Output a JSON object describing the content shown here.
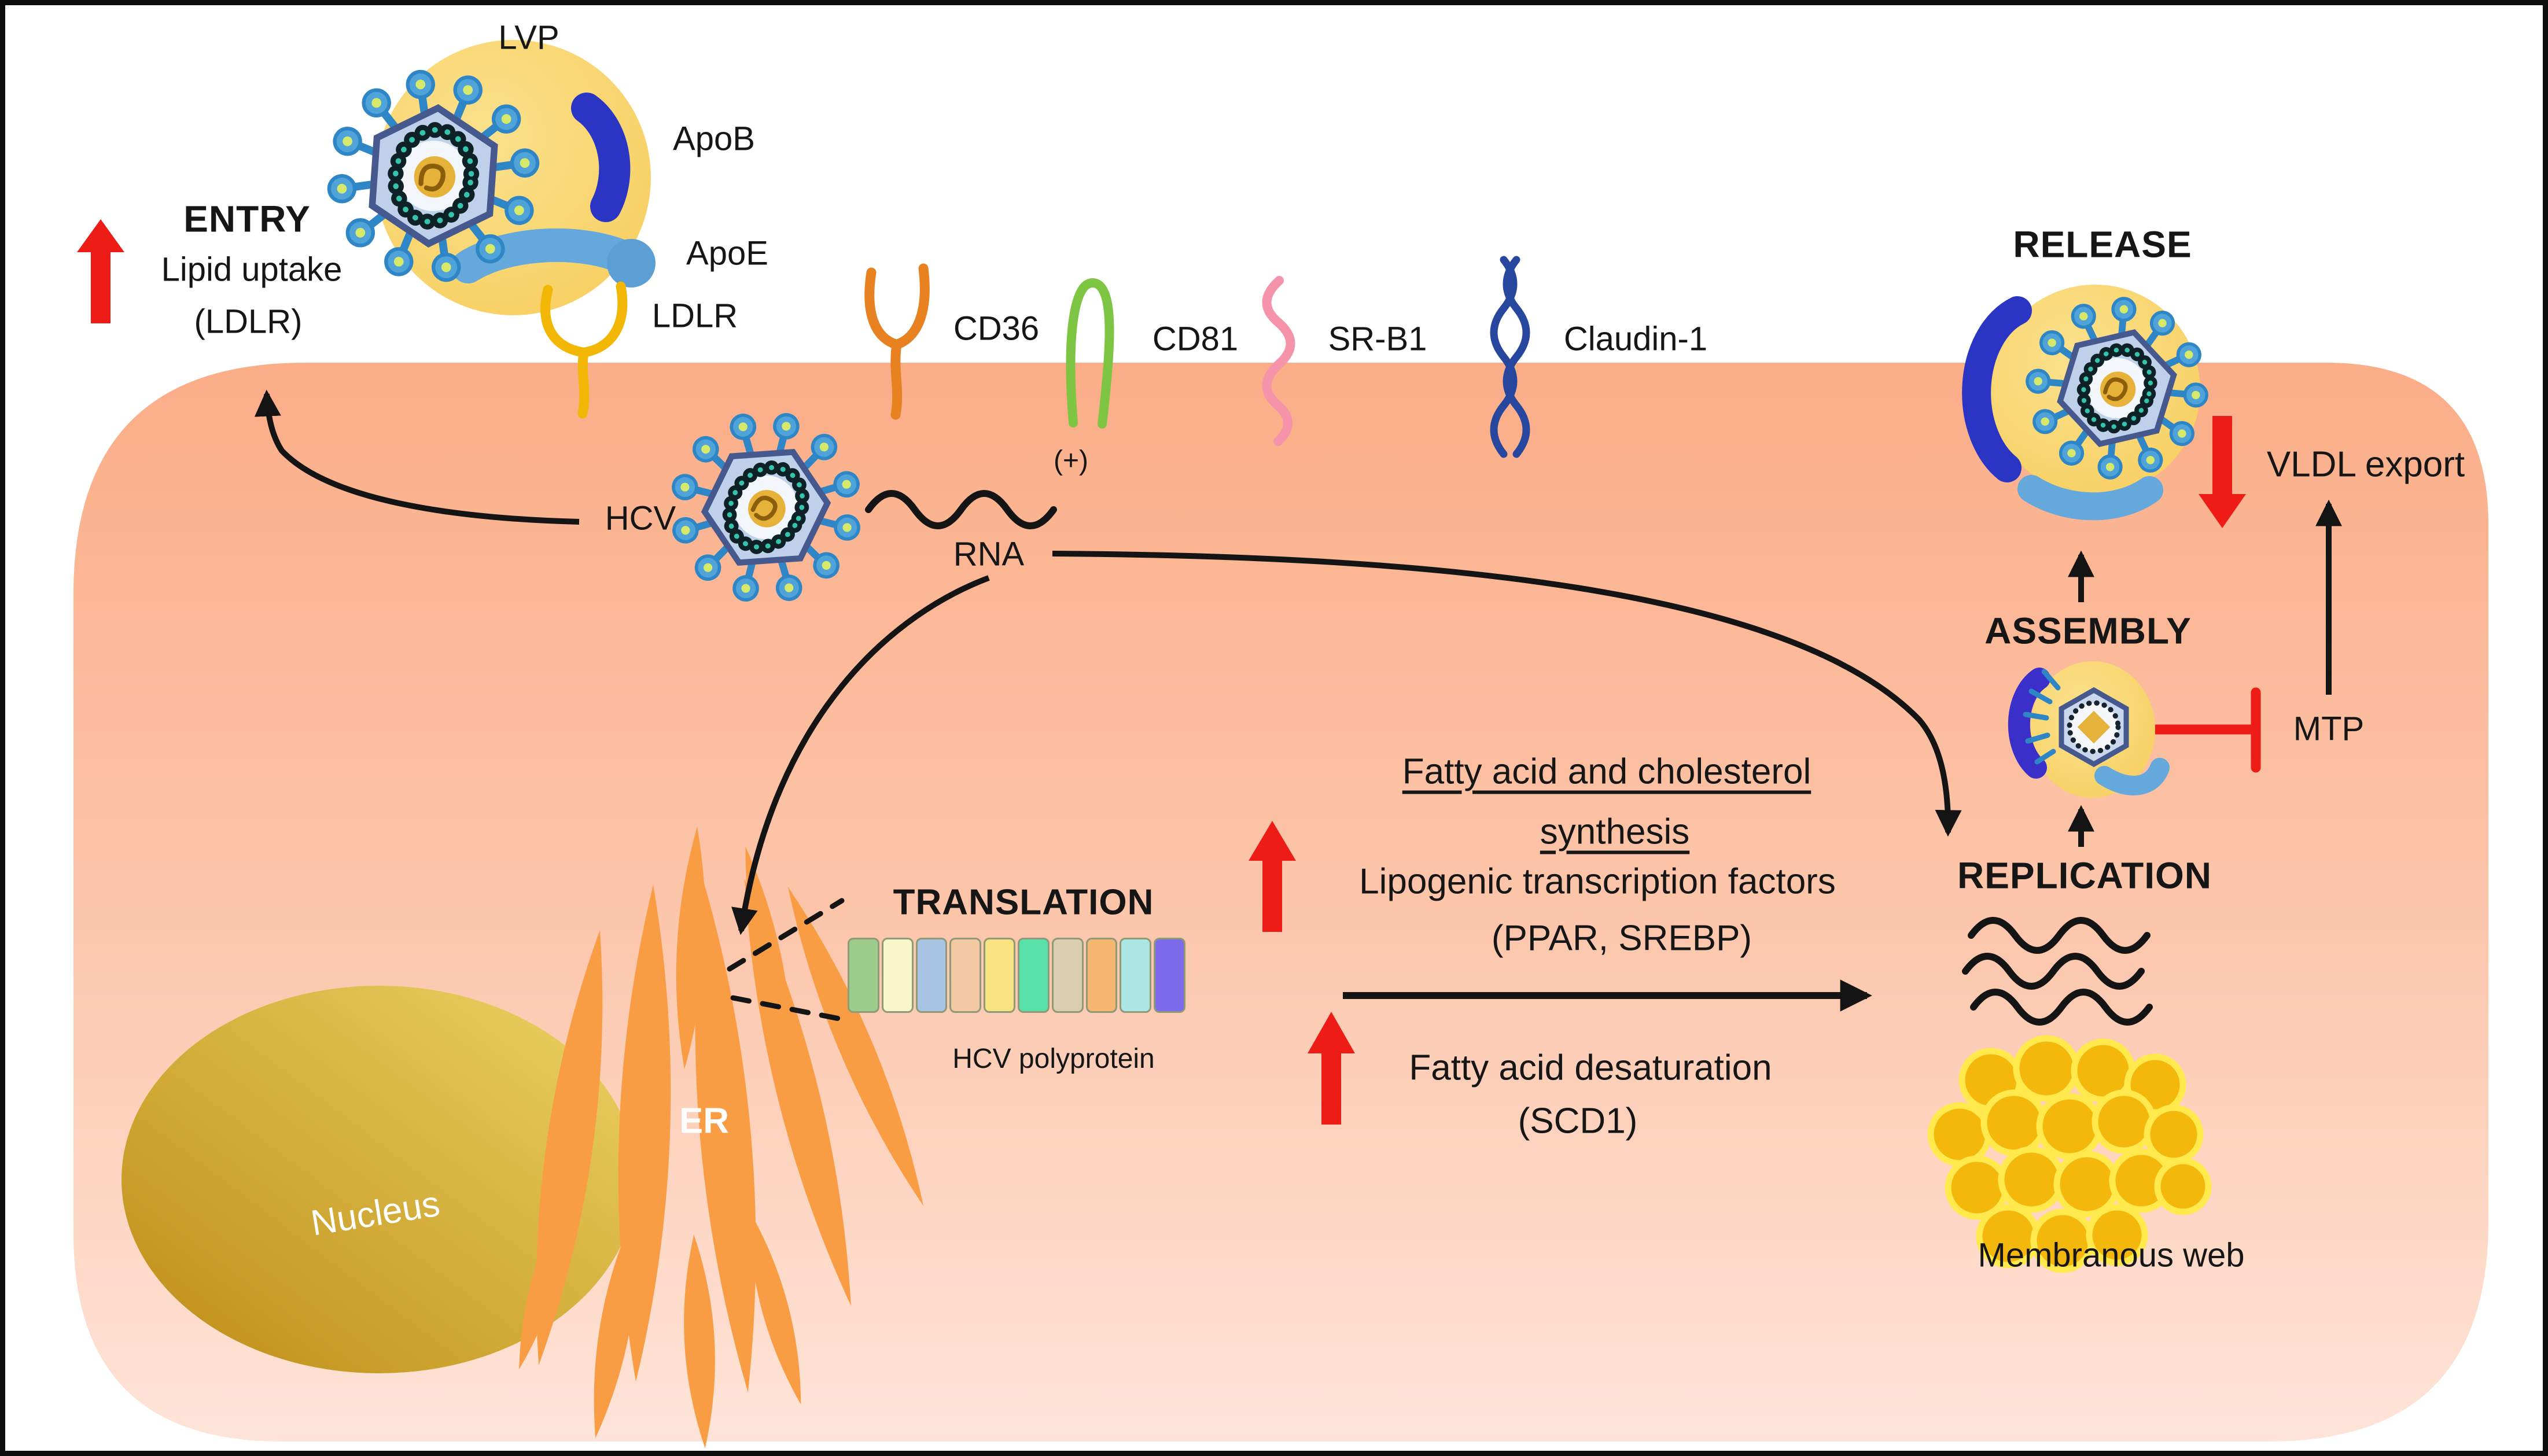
{
  "figure": {
    "stages": {
      "entry": "ENTRY",
      "translation": "TRANSLATION",
      "replication": "REPLICATION",
      "assembly": "ASSEMBLY",
      "release": "RELEASE"
    },
    "entry_annotation": {
      "line1": "Lipid uptake",
      "line2": "(LDLR)"
    },
    "lvp": {
      "label": "LVP",
      "apob": "ApoB",
      "apoe": "ApoE",
      "ldlr": "LDLR"
    },
    "receptors": {
      "cd36": "CD36",
      "cd81": "CD81",
      "srb1": "SR-B1",
      "claudin1": "Claudin-1"
    },
    "cytoplasm": {
      "hcv": "HCV",
      "rna": "RNA",
      "rna_polarity": "(+)"
    },
    "translation_area": {
      "polyprotein_label": "HCV polyprotein",
      "segment_colors": [
        "#9ccb8b",
        "#f6f6c9",
        "#a9c4e3",
        "#f3c9a4",
        "#f8e382",
        "#59e0a8",
        "#dbcdb2",
        "#f6b671",
        "#abe6e4",
        "#7c6cec"
      ]
    },
    "lipogenesis": {
      "title_line1": "Fatty acid and cholesterol",
      "title_line2": "synthesis",
      "factors_line1": "Lipogenic transcription factors",
      "factors_line2": "(PPAR, SREBP)",
      "desaturation_line1": "Fatty acid desaturation",
      "desaturation_line2": "(SCD1)"
    },
    "replication_area": {
      "membranous_web": "Membranous web"
    },
    "secretion": {
      "mtp": "MTP",
      "vldl_export": "VLDL export"
    },
    "organelles": {
      "nucleus": "Nucleus",
      "er": "ER"
    },
    "colors": {
      "cell_top": "#fbad87",
      "cell_bottom": "#fee4d8",
      "red_accent": "#ed1c16",
      "nucleus_dark": "#c08e18",
      "nucleus_light": "#ecd465",
      "er_orange": "#f89d44",
      "lvp_yellow": "#f9d873",
      "web_fill": "#f4b80d",
      "web_ring": "#ffe94d",
      "apob_blue": "#2b35c4",
      "apoe_blue": "#64a8dc",
      "ldlr_gold": "#f2b705",
      "cd36_orange": "#e8811f",
      "cd81_green": "#7fc544",
      "srb1_pink": "#f593ab",
      "claudin_blue": "#27479e"
    }
  }
}
